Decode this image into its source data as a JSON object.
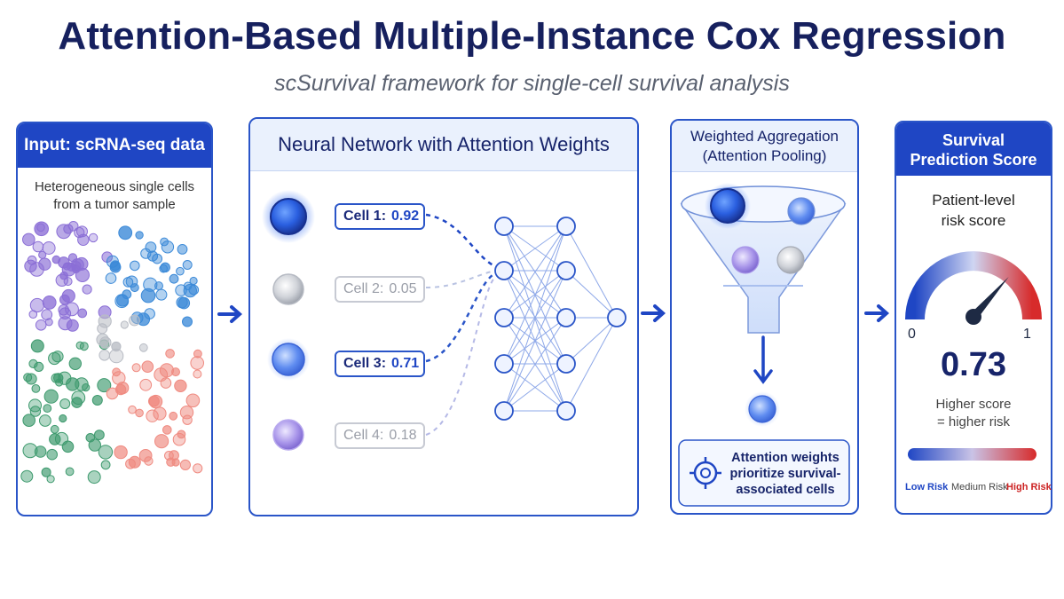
{
  "title": "Attention-Based Multiple-Instance Cox Regression",
  "subtitle": "scSurvival framework for single-cell survival analysis",
  "input_panel": {
    "header": "Input: scRNA-seq data",
    "description_line1": "Heterogeneous single cells",
    "description_line2": "from a tumor sample"
  },
  "network_panel": {
    "header": "Neural Network with Attention Weights",
    "cells": [
      {
        "name": "Cell 1:",
        "weight": "0.92"
      },
      {
        "name": "Cell 2:",
        "weight": "0.05"
      },
      {
        "name": "Cell 3:",
        "weight": "0.71"
      },
      {
        "name": "Cell 4:",
        "weight": "0.18"
      }
    ]
  },
  "aggregation_panel": {
    "header_line1": "Weighted Aggregation",
    "header_line2": "(Attention Pooling)",
    "note_line1": "Attention weights",
    "note_line2": "prioritize survival-",
    "note_line3": "associated cells"
  },
  "score_panel": {
    "header_line1": "Survival",
    "header_line2": "Prediction Score",
    "caption_line1": "Patient-level",
    "caption_line2": "risk score",
    "gauge_min": "0",
    "gauge_max": "1",
    "score": "0.73",
    "score_value": 0.73,
    "explain_line1": "Higher score",
    "explain_line2": "= higher risk",
    "legend_low": "Low Risk",
    "legend_medium": "Medium Risk",
    "legend_high": "High Risk"
  },
  "colors": {
    "accent": "#1f46c4",
    "title": "#16205e",
    "purple_cells": "#8b6fd6",
    "blue_cells": "#3c8ad8",
    "green_cells": "#3e9a6e",
    "red_cells": "#ef8a80",
    "grey_cells": "#b8bcc4",
    "high_risk": "#cc2222",
    "low_risk": "#1f46c4"
  }
}
